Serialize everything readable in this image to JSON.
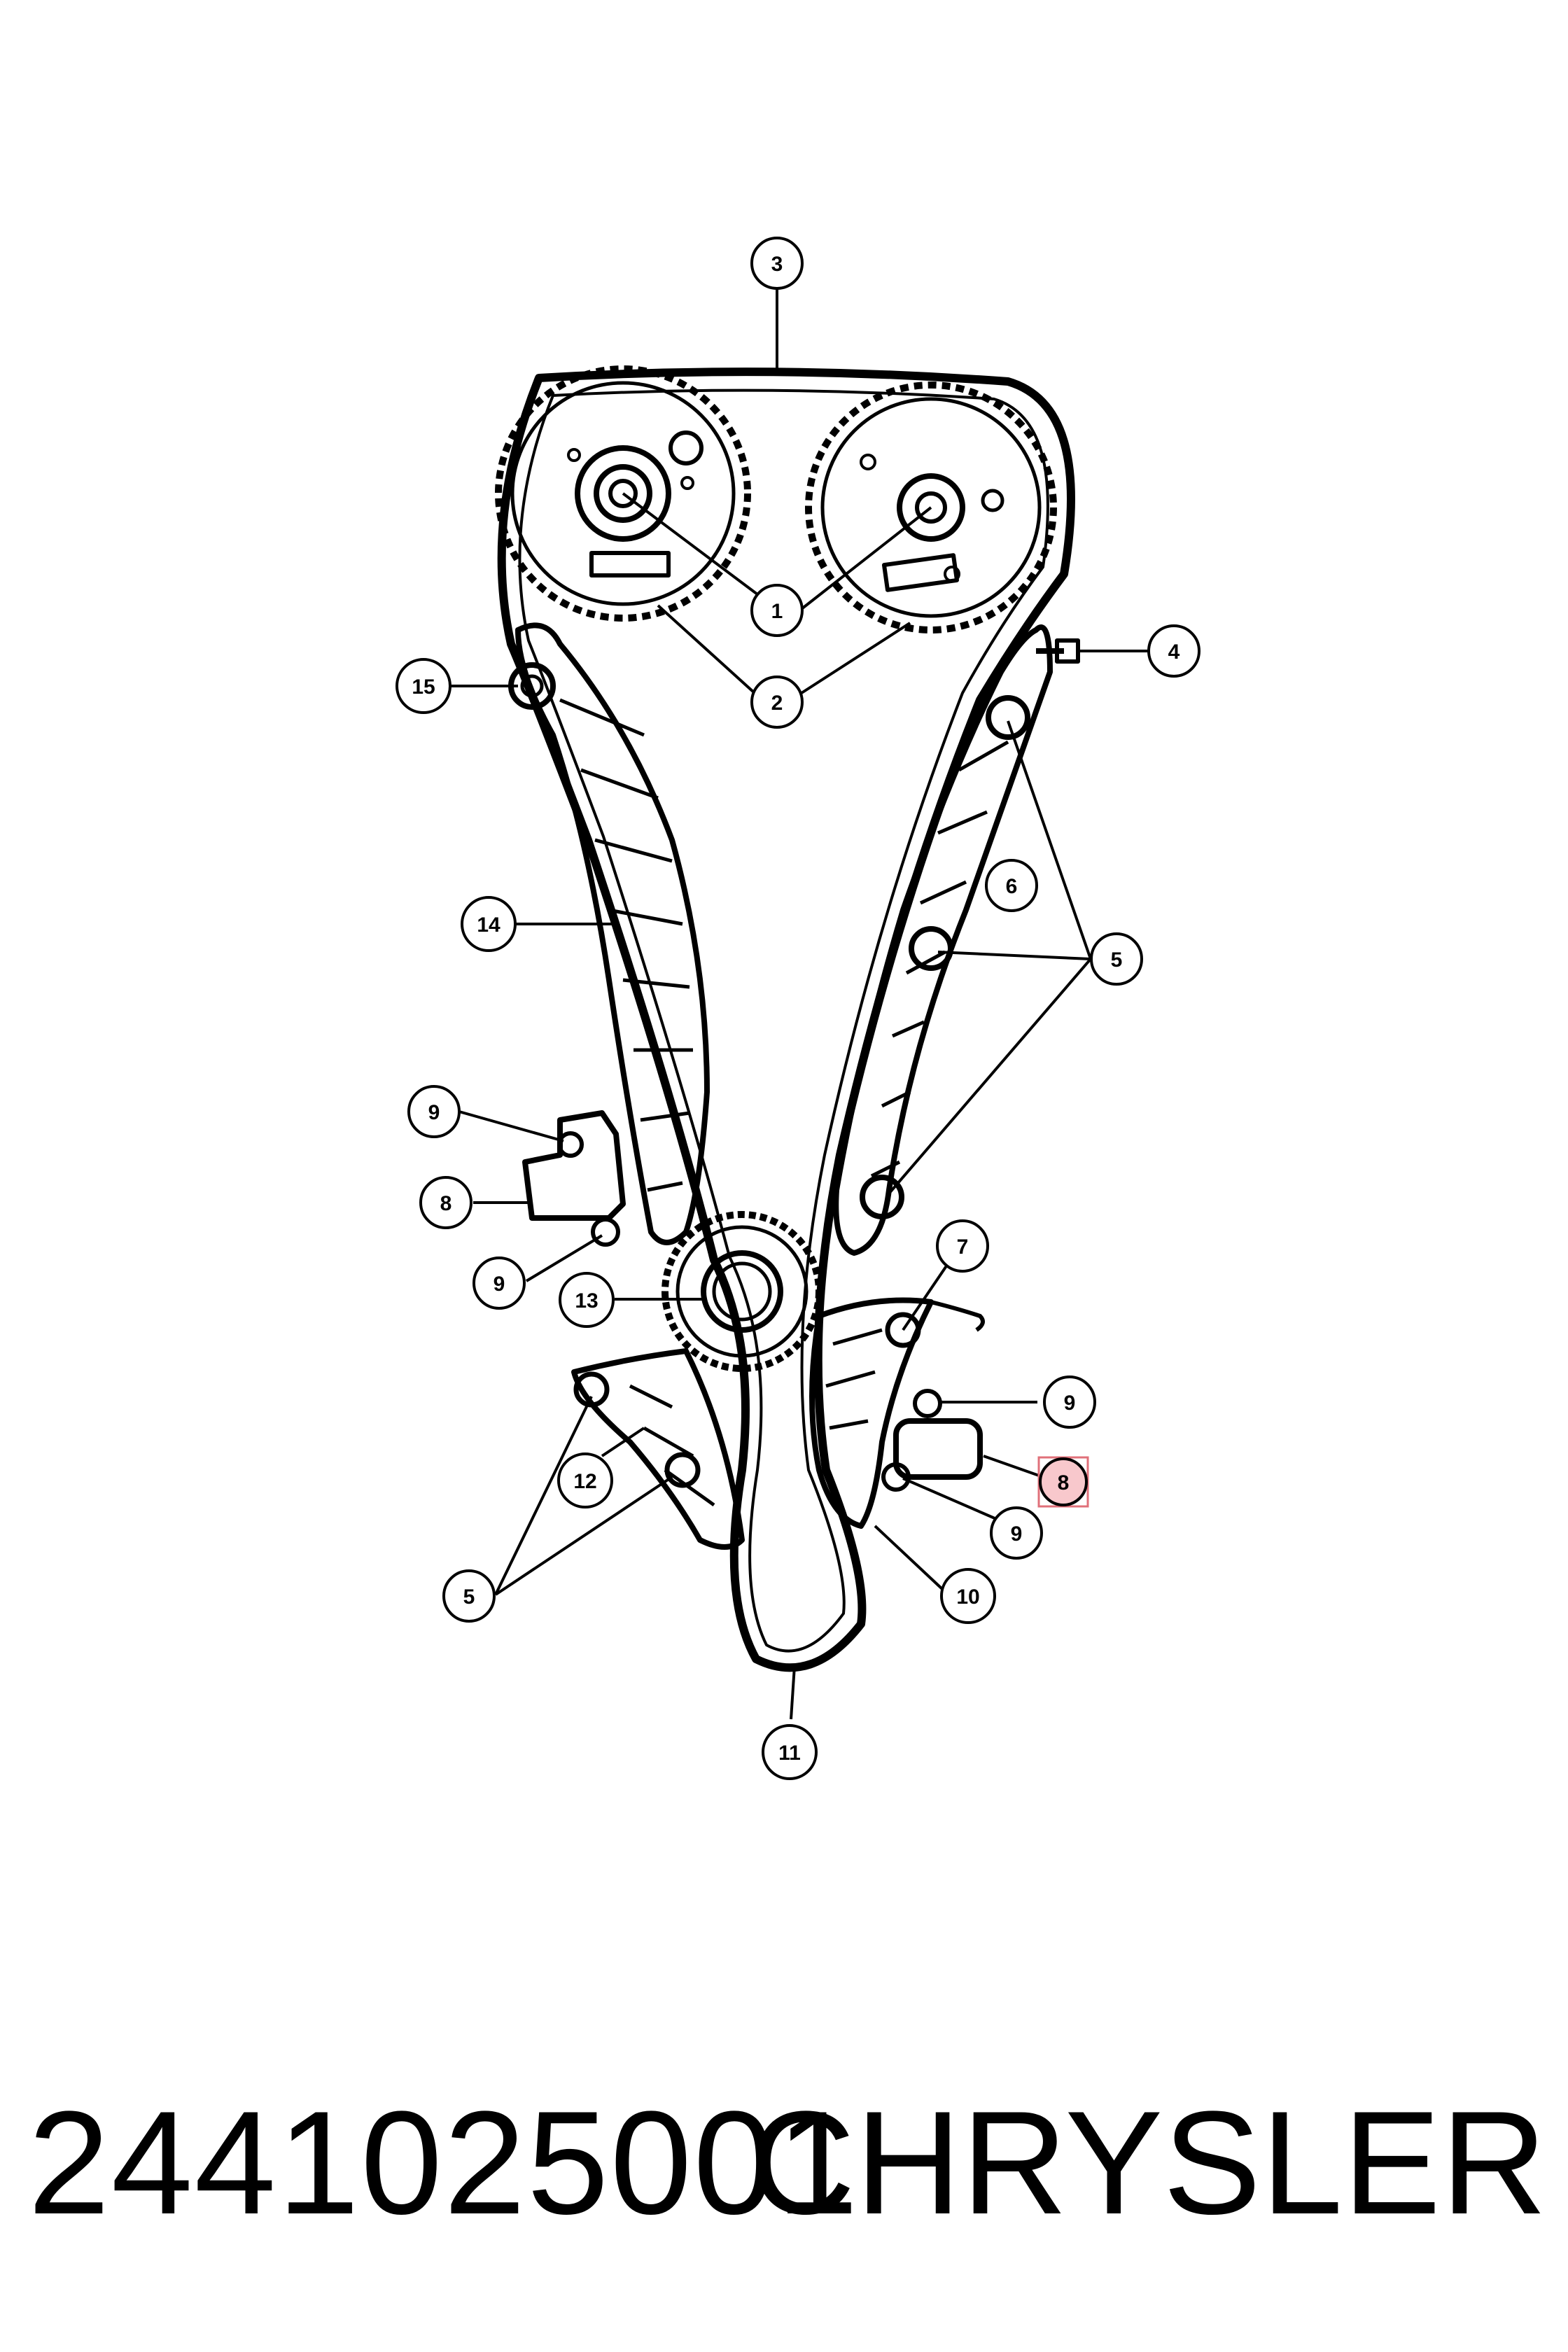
{
  "diagram": {
    "callouts": [
      "1",
      "2",
      "3",
      "4",
      "5",
      "6",
      "7",
      "8",
      "9",
      "10",
      "11",
      "12",
      "13",
      "14",
      "15"
    ],
    "highlight_color": "#f8c8cc"
  },
  "footer": {
    "part_number": "2441025001",
    "brand": "CHRYSLER"
  }
}
